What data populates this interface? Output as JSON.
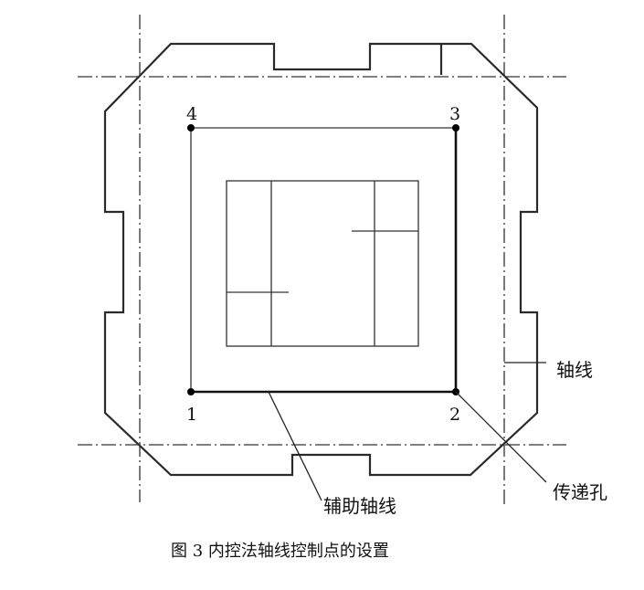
{
  "figure": {
    "caption": "图 3  内控法轴线控制点的设置",
    "points": [
      {
        "id": "4",
        "label": "4"
      },
      {
        "id": "3",
        "label": "3"
      },
      {
        "id": "1",
        "label": "1"
      },
      {
        "id": "2",
        "label": "2"
      }
    ],
    "callouts": {
      "axis": "轴线",
      "auxiliary_axis": "辅助轴线",
      "transfer_hole": "传递孔"
    }
  }
}
